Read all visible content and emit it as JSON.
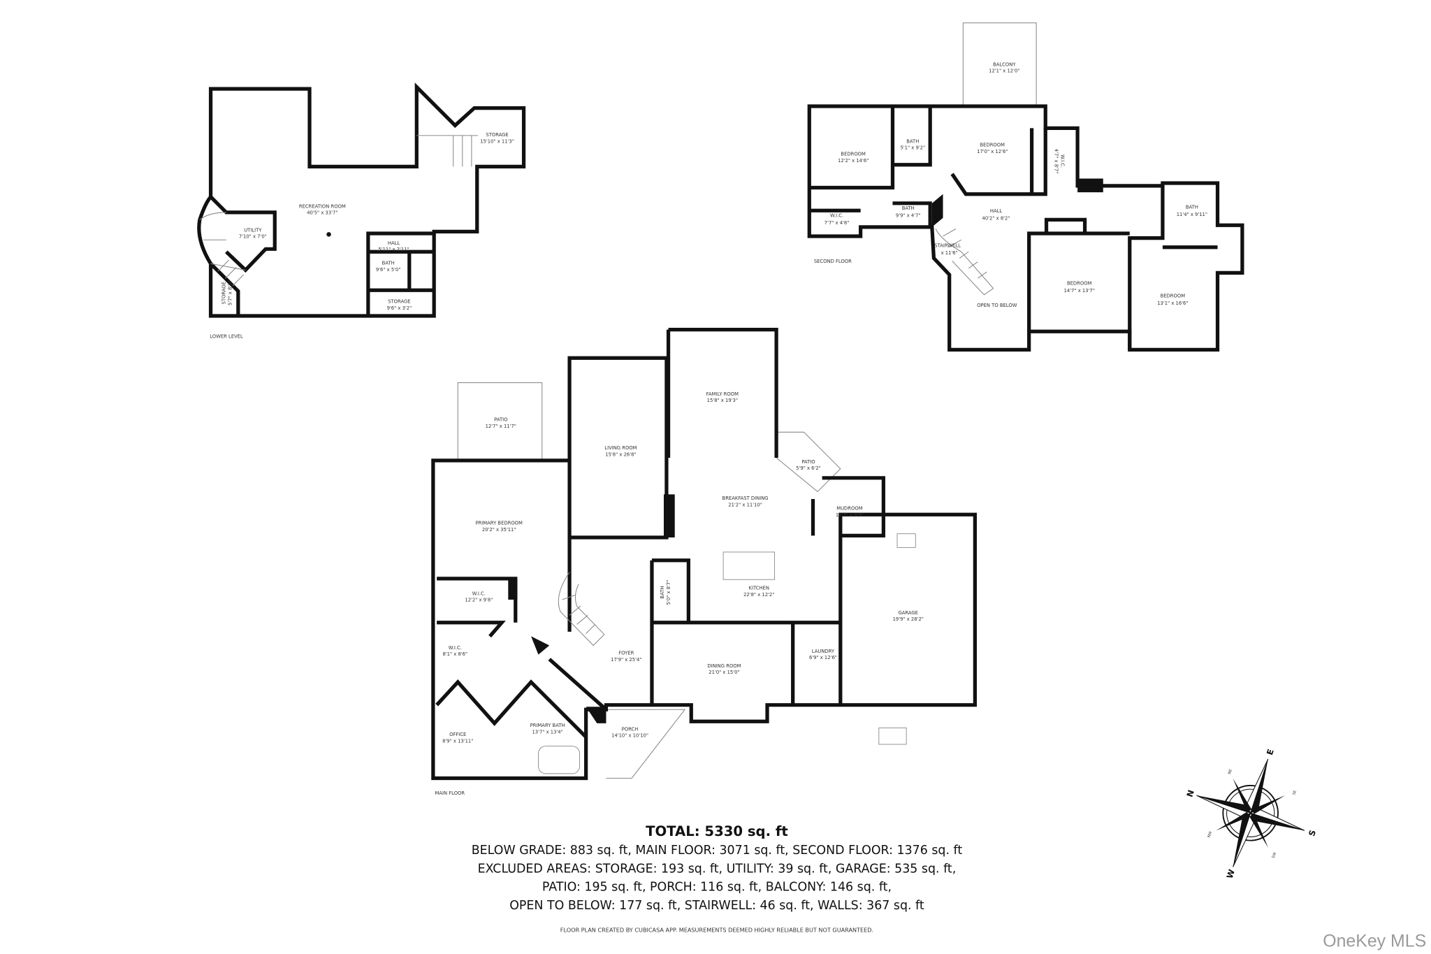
{
  "lower_level": {
    "label": "LOWER LEVEL",
    "rooms": [
      {
        "name": "RECREATION ROOM",
        "dims": "40'5\" x 33'7\""
      },
      {
        "name": "UTILITY",
        "dims": "7'10\" x 7'0\""
      },
      {
        "name": "STORAGE",
        "dims": "15'10\" x 11'3\""
      },
      {
        "name": "HALL",
        "dims": "5'11\" x 2'11\""
      },
      {
        "name": "BATH",
        "dims": "9'6\" x 5'0\""
      },
      {
        "name": "STORAGE",
        "dims": "9'6\" x 3'2\""
      },
      {
        "name": "STORAGE",
        "dims": "5'7\" x 8'3\""
      }
    ]
  },
  "second_floor": {
    "label": "SECOND FLOOR",
    "rooms": [
      {
        "name": "BALCONY",
        "dims": "12'1\" x 12'0\""
      },
      {
        "name": "BEDROOM",
        "dims": "12'2\" x 14'6\""
      },
      {
        "name": "BATH",
        "dims": "5'1\" x 9'2\""
      },
      {
        "name": "BEDROOM",
        "dims": "17'0\" x 12'6\""
      },
      {
        "name": "W.I.C.",
        "dims": "4'7\" x 8'7\""
      },
      {
        "name": "HALL",
        "dims": "40'2\" x 8'2\""
      },
      {
        "name": "BATH",
        "dims": "9'9\" x 4'7\""
      },
      {
        "name": "W.I.C.",
        "dims": "7'7\" x 4'8\""
      },
      {
        "name": "STAIRWELL",
        "dims": "x 11'6\""
      },
      {
        "name": "BATH",
        "dims": "11'4\" x 9'11\""
      },
      {
        "name": "BEDROOM",
        "dims": "14'7\" x 13'7\""
      },
      {
        "name": "BEDROOM",
        "dims": "13'1\" x 16'6\""
      },
      {
        "name": "OPEN TO BELOW",
        "dims": ""
      }
    ]
  },
  "main_floor": {
    "label": "MAIN FLOOR",
    "rooms": [
      {
        "name": "PATIO",
        "dims": "12'7\" x 11'7\""
      },
      {
        "name": "LIVING ROOM",
        "dims": "15'8\" x 26'8\""
      },
      {
        "name": "FAMILY ROOM",
        "dims": "15'8\" x 19'3\""
      },
      {
        "name": "PATIO",
        "dims": "5'9\" x 6'2\""
      },
      {
        "name": "BREAKFAST DINING",
        "dims": "21'2\" x 11'10\""
      },
      {
        "name": "MUDROOM",
        "dims": "10'2\" x 8'9\""
      },
      {
        "name": "PRIMARY BEDROOM",
        "dims": "20'2\" x 35'11\""
      },
      {
        "name": "KITCHEN",
        "dims": "22'8\" x 12'2\""
      },
      {
        "name": "BATH",
        "dims": "5'0\" x 8'7\""
      },
      {
        "name": "W.I.C.",
        "dims": "12'2\" x 9'8\""
      },
      {
        "name": "W.I.C.",
        "dims": "8'1\" x 8'6\""
      },
      {
        "name": "GARAGE",
        "dims": "19'9\" x 28'2\""
      },
      {
        "name": "FOYER",
        "dims": "17'9\" x 25'4\""
      },
      {
        "name": "DINING ROOM",
        "dims": "21'0\" x 15'0\""
      },
      {
        "name": "LAUNDRY",
        "dims": "6'9\" x 12'6\""
      },
      {
        "name": "OFFICE",
        "dims": "8'9\" x 13'11\""
      },
      {
        "name": "PRIMARY BATH",
        "dims": "13'7\" x 13'4\""
      },
      {
        "name": "PORCH",
        "dims": "14'10\" x 10'10\""
      }
    ]
  },
  "summary": {
    "total": "TOTAL: 5330 sq. ft",
    "lines": [
      "BELOW GRADE: 883 sq. ft, MAIN FLOOR: 3071 sq. ft, SECOND FLOOR: 1376 sq. ft",
      "EXCLUDED AREAS: STORAGE: 193 sq. ft, UTILITY: 39 sq. ft, GARAGE: 535 sq. ft,",
      "PATIO: 195 sq. ft, PORCH: 116 sq. ft, BALCONY: 146 sq. ft,",
      "OPEN TO BELOW: 177 sq. ft, STAIRWELL: 46 sq. ft, WALLS: 367 sq. ft"
    ],
    "disclaimer": "FLOOR PLAN CREATED BY CUBICASA APP. MEASUREMENTS DEEMED HIGHLY RELIABLE BUT NOT GUARANTEED."
  },
  "compass": {
    "icon": "compass-rose-icon",
    "cardinals": [
      "W",
      "N",
      "E",
      "S"
    ],
    "intercardinals": [
      "NW",
      "NE",
      "SE",
      "SW"
    ]
  },
  "watermark": "OneKey MLS",
  "colors": {
    "walls": "#111111",
    "background": "#ffffff",
    "watermark": "#9a9a9a"
  }
}
